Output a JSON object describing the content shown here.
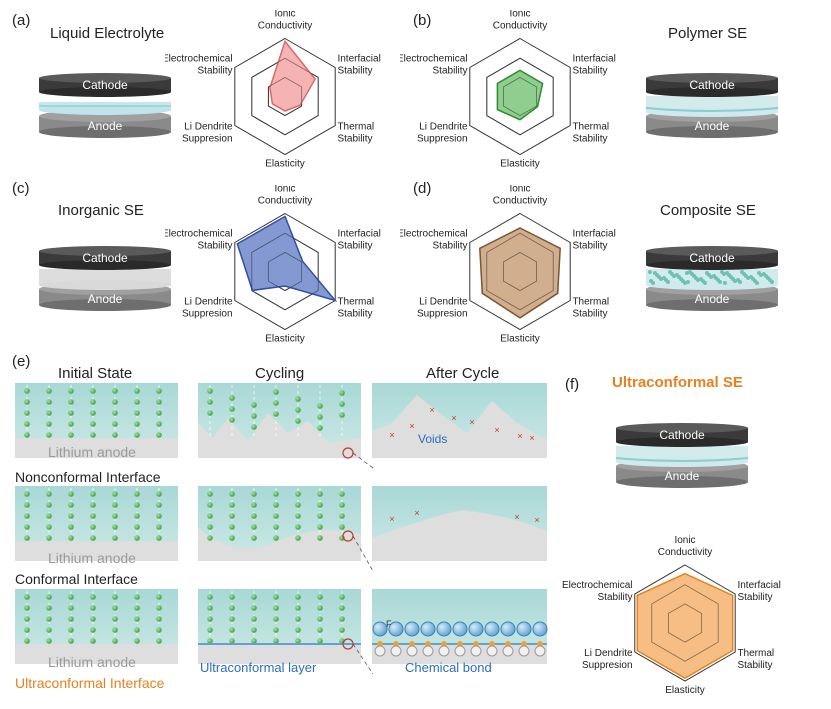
{
  "radar_labels": {
    "ionic": "Ionic\nConductivity",
    "interfacial": "Interfacial\nStability",
    "thermal": "Thermal\nStability",
    "elasticity": "Elasticity",
    "dendrite": "Li Dendrite\nSuppresion",
    "electrochemical": "Electrochemical\nStability"
  },
  "panels": [
    {
      "letter": "(a)",
      "title": "Liquid Electrolyte",
      "cathode": "Cathode",
      "anode": "Anode",
      "color": "#f4a6a6",
      "stroke": "#e06666",
      "values": [
        0.95,
        0.6,
        0.3,
        0.25,
        0.25,
        0.3
      ]
    },
    {
      "letter": "(b)",
      "title": "Polymer SE",
      "cathode": "Cathode",
      "anode": "Anode",
      "color": "#7dc57d",
      "stroke": "#2e8b2e",
      "values": [
        0.45,
        0.45,
        0.35,
        0.4,
        0.45,
        0.45
      ]
    },
    {
      "letter": "(c)",
      "title": "Inorganic SE",
      "cathode": "Cathode",
      "anode": "Anode",
      "color": "#6f86c9",
      "stroke": "#2f4fa8",
      "values": [
        0.95,
        0.35,
        1.0,
        0.25,
        0.65,
        0.95
      ]
    },
    {
      "letter": "(d)",
      "title": "Composite SE",
      "cathode": "Cathode",
      "anode": "Anode",
      "color": "#c8a07a",
      "stroke": "#7a5535",
      "values": [
        0.75,
        0.8,
        0.75,
        0.8,
        0.75,
        0.8
      ]
    },
    {
      "letter": "(f)",
      "title": "Ultraconformal SE",
      "cathode": "Cathode",
      "anode": "Anode",
      "color": "#f5b36f",
      "stroke": "#e8801e",
      "values": [
        0.85,
        0.95,
        0.95,
        0.95,
        0.95,
        0.95
      ]
    }
  ],
  "panel_e": {
    "letter": "(e)",
    "col_initial": "Initial State",
    "col_cycling": "Cycling",
    "col_after": "After Cycle",
    "row1_label": "Nonconformal Interface",
    "row2_label": "Conformal Interface",
    "row3_label": "Ultraconformal Interface",
    "lithium_anode": "Lithium anode",
    "voids": "Voids",
    "ultraconformal_layer": "Ultraconformal layer",
    "chemical_bond": "Chemical bond",
    "f_label": "F"
  }
}
